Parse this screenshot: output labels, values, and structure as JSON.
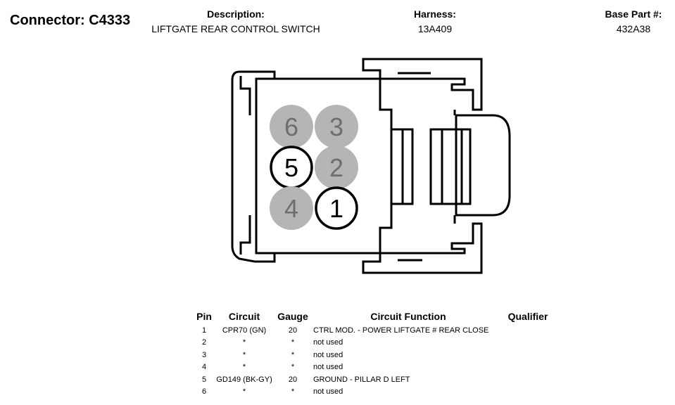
{
  "header": {
    "connector_title": "Connector: C4333",
    "description_label": "Description:",
    "description_value": "LIFTGATE REAR CONTROL SWITCH",
    "harness_label": "Harness:",
    "harness_value": "13A409",
    "base_part_label": "Base Part #:",
    "base_part_value": "432A38"
  },
  "connector_pins": [
    {
      "number": "6",
      "state": "unused"
    },
    {
      "number": "3",
      "state": "unused"
    },
    {
      "number": "5",
      "state": "used"
    },
    {
      "number": "2",
      "state": "unused"
    },
    {
      "number": "4",
      "state": "unused"
    },
    {
      "number": "1",
      "state": "used"
    }
  ],
  "colors": {
    "unused_pin_fill": "#b5b5b5",
    "unused_pin_text": "#6e6e6e",
    "used_pin_fill": "#ffffff",
    "outline": "#000000"
  },
  "table": {
    "headers": {
      "pin": "Pin",
      "circuit": "Circuit",
      "gauge": "Gauge",
      "function": "Circuit Function",
      "qualifier": "Qualifier"
    },
    "rows": [
      {
        "pin": "1",
        "circuit": "CPR70 (GN)",
        "gauge": "20",
        "function": "CTRL MOD. - POWER LIFTGATE # REAR CLOSE",
        "qualifier": ""
      },
      {
        "pin": "2",
        "circuit": "*",
        "gauge": "*",
        "function": "not used",
        "qualifier": ""
      },
      {
        "pin": "3",
        "circuit": "*",
        "gauge": "*",
        "function": "not used",
        "qualifier": ""
      },
      {
        "pin": "4",
        "circuit": "*",
        "gauge": "*",
        "function": "not used",
        "qualifier": ""
      },
      {
        "pin": "5",
        "circuit": "GD149 (BK-GY)",
        "gauge": "20",
        "function": "GROUND - PILLAR D LEFT",
        "qualifier": ""
      },
      {
        "pin": "6",
        "circuit": "*",
        "gauge": "*",
        "function": "not used",
        "qualifier": ""
      }
    ]
  }
}
